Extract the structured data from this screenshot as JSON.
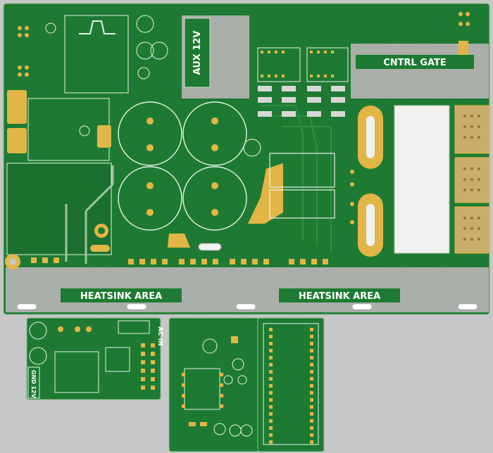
{
  "labels": {
    "heatsink_left": "HEATSINK AREA",
    "heatsink_right": "HEATSINK AREA",
    "cntrl_gate": "CNTRL GATE",
    "aux": "AUX 12V",
    "ac_in": "AC IN",
    "gnd": "GND",
    "v12": "12V"
  },
  "colors": {
    "board": "#1e7a32",
    "board_dark": "#176127",
    "copper_pad": "#e2b646",
    "silk": "#e8f1e8",
    "hatch": "#bfbfbf",
    "background": "#c7c7c7"
  }
}
